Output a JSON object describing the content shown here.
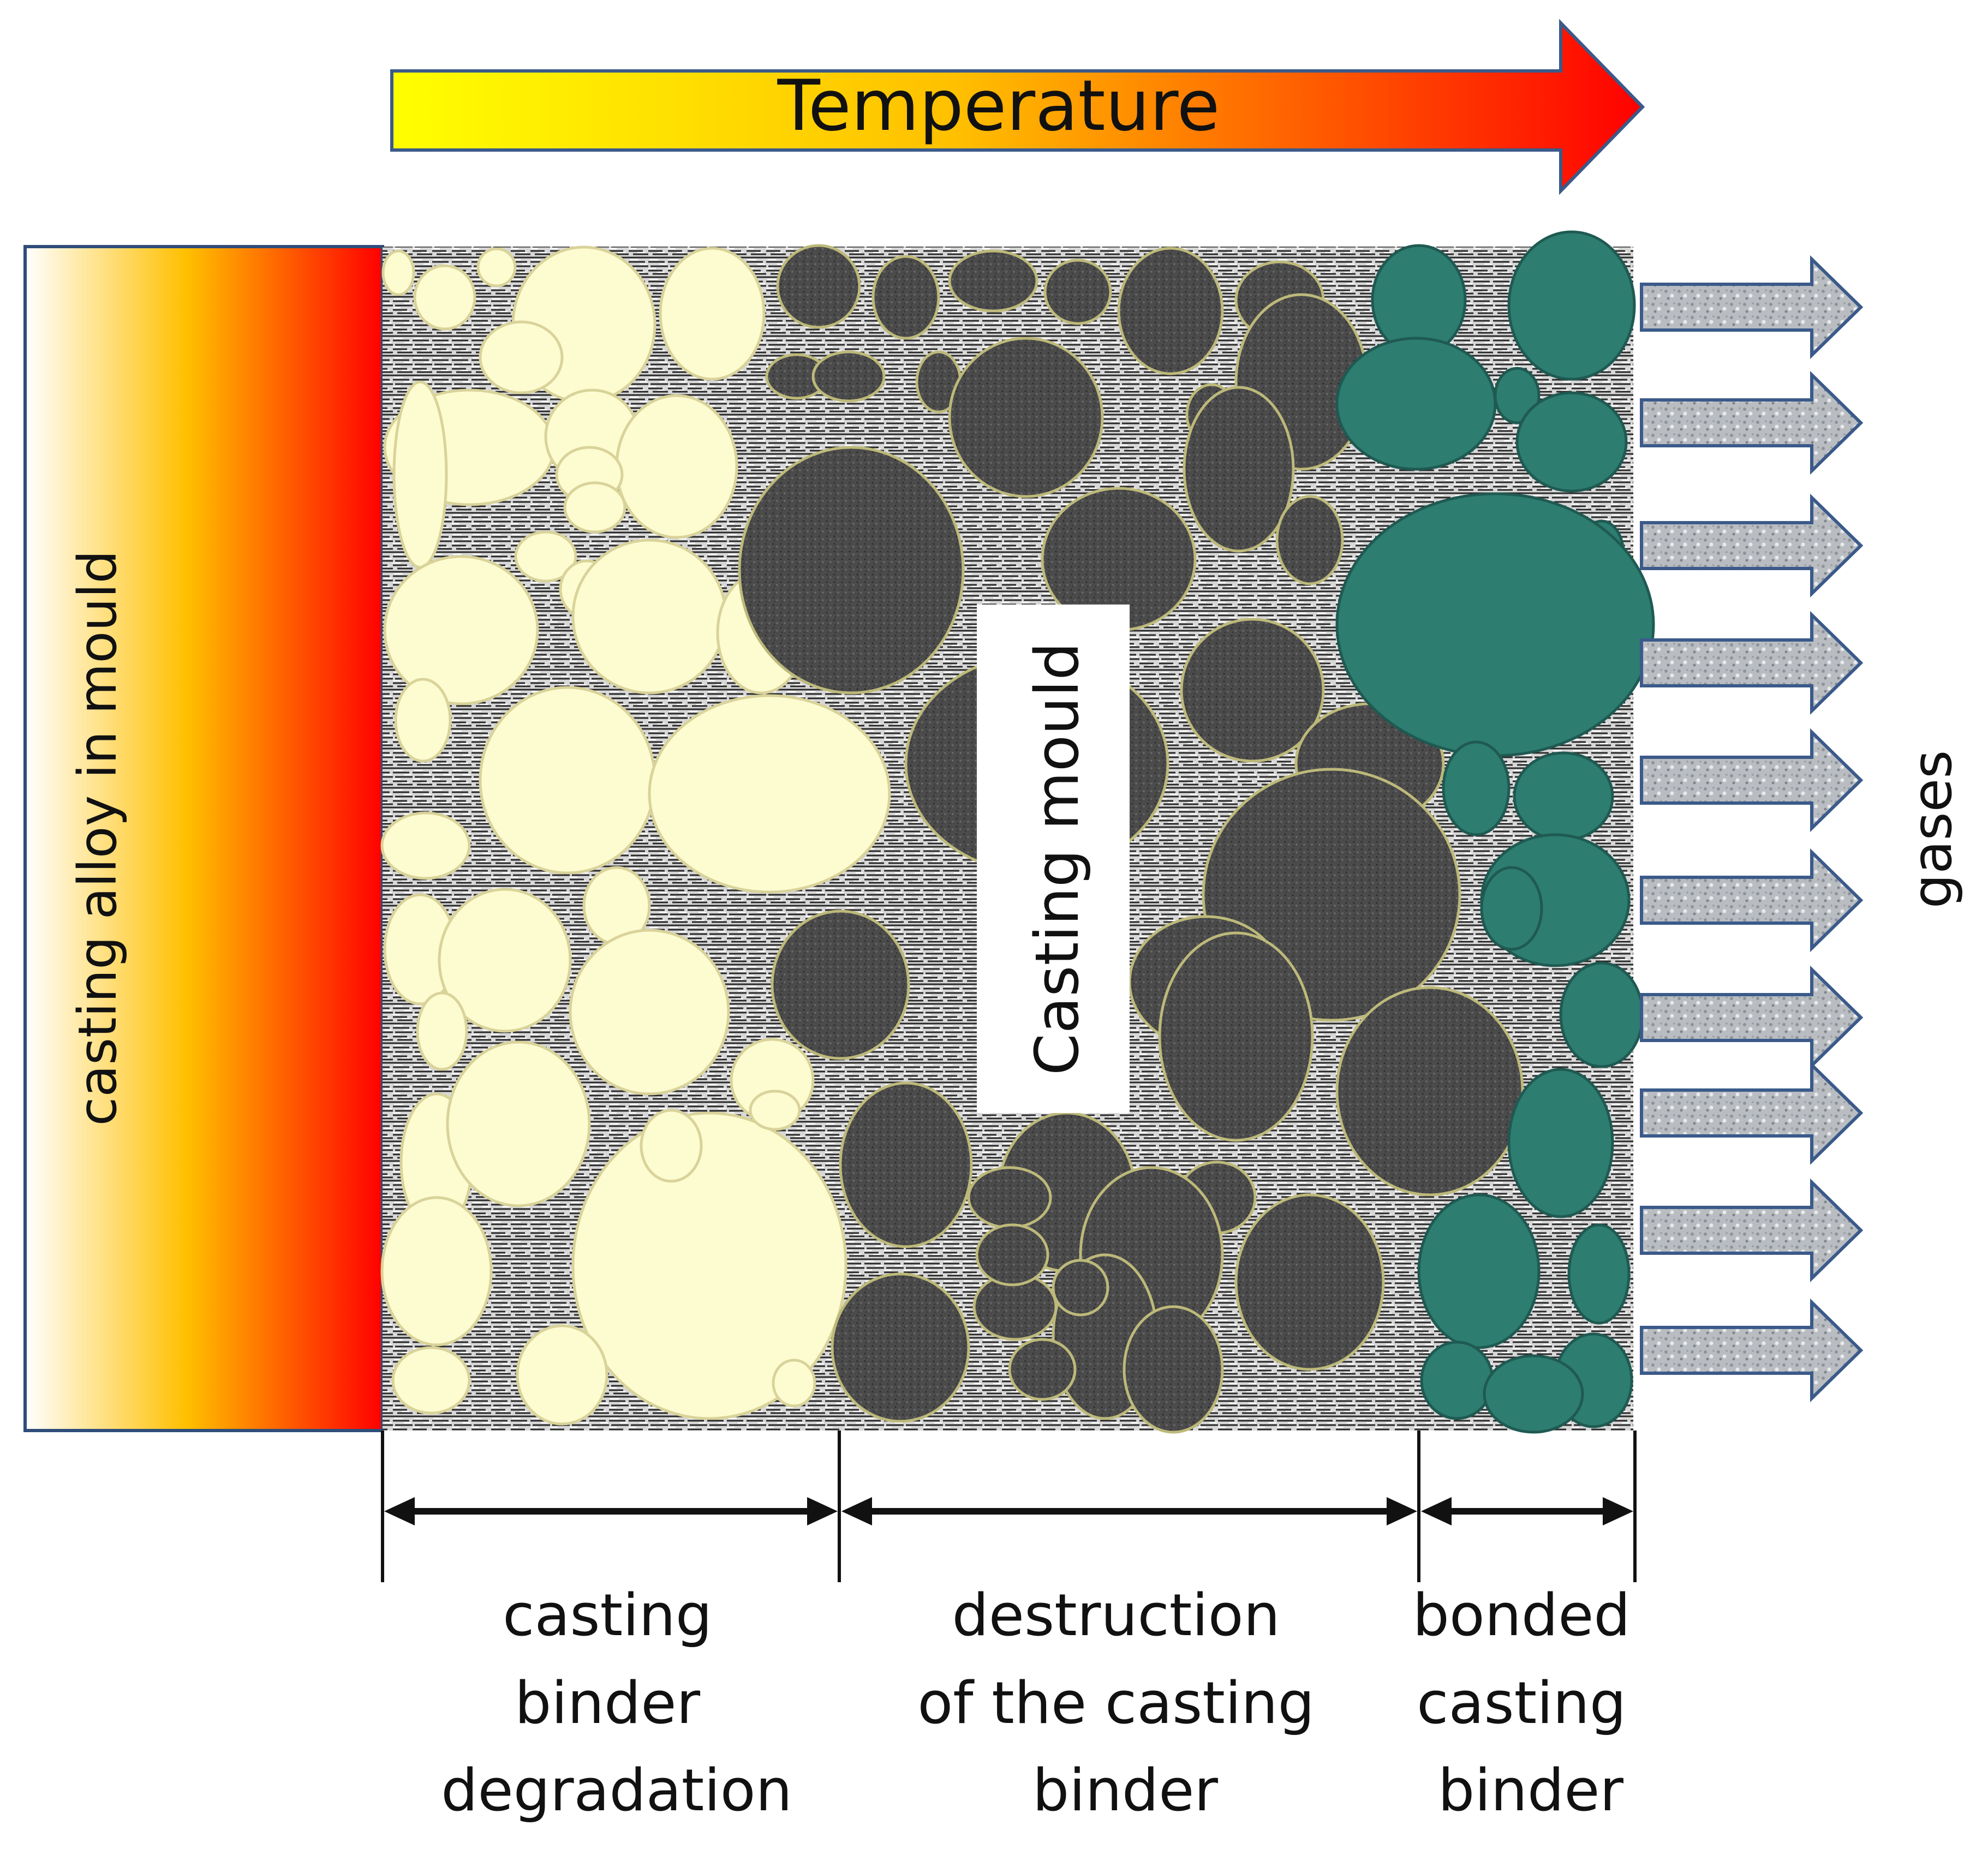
{
  "title_arrow": {
    "label": "Temperature",
    "color_start": "#ffff00",
    "color_end": "#ff0000",
    "outline": "#3b5a8a"
  },
  "alloy_panel": {
    "label": "casting alloy in mould",
    "color_start": "#ffffff",
    "color_mid": "#ffc000",
    "color_end": "#ff0000"
  },
  "mould": {
    "label": "Casting mould"
  },
  "zones": [
    {
      "label_lines": [
        "casting",
        "binder",
        "degradation"
      ],
      "grain_color": "#fdfbd0"
    },
    {
      "label_lines": [
        "destruction",
        "of the casting",
        "binder"
      ],
      "grain_color": "#4a4a4a"
    },
    {
      "label_lines": [
        "bonded",
        "casting",
        "binder"
      ],
      "grain_color": "#2d7d70"
    }
  ],
  "gases": {
    "label": "gases",
    "arrow_count": 10,
    "arrow_fill": "#b9bdc2",
    "arrow_outline": "#3b5a8a"
  }
}
